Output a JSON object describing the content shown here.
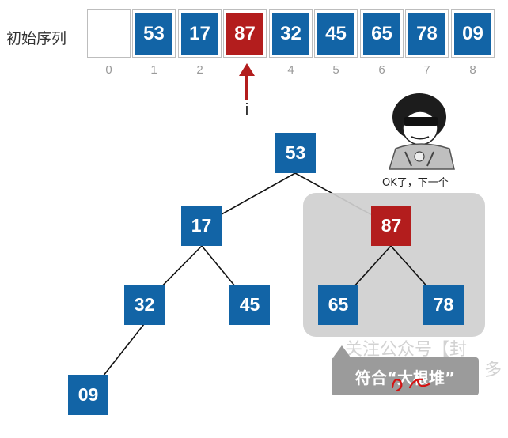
{
  "sequence": {
    "label": "初始序列",
    "cells": [
      {
        "index": "0",
        "value": ""
      },
      {
        "index": "1",
        "value": "53"
      },
      {
        "index": "2",
        "value": "17"
      },
      {
        "index": "3",
        "value": "87"
      },
      {
        "index": "4",
        "value": "32"
      },
      {
        "index": "5",
        "value": "45"
      },
      {
        "index": "6",
        "value": "65"
      },
      {
        "index": "7",
        "value": "78"
      },
      {
        "index": "8",
        "value": "09"
      }
    ],
    "pointer_label": "i"
  },
  "tree": {
    "nodes": {
      "n1": "53",
      "n2": "17",
      "n3": "87",
      "n4": "32",
      "n5": "45",
      "n6": "65",
      "n7": "78",
      "n8": "09"
    }
  },
  "meme_caption": "OK了，下一个",
  "tooltip": "符合“大根堆”",
  "watermark": {
    "line1": "关注公众号【封",
    "side": "多"
  },
  "colors": {
    "blue": "#1264a6",
    "red": "#b31d1d",
    "arrow": "#b31d1d"
  }
}
